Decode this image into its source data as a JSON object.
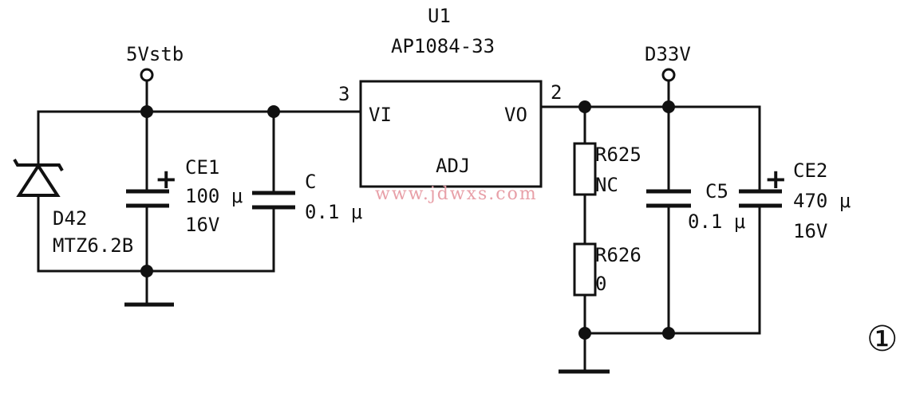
{
  "regulator": {
    "ref": "U1",
    "part": "AP1084-33",
    "pin_in": "VI",
    "pin_out": "VO",
    "pin_adj": "ADJ",
    "pin_in_num": "3",
    "pin_out_num": "2"
  },
  "input_rail": "5Vstb",
  "output_rail": "D33V",
  "components": {
    "d42": {
      "ref": "D42",
      "value": "MTZ6.2B"
    },
    "ce1": {
      "ref": "CE1",
      "value": "100 μ",
      "voltage": "16V"
    },
    "c_in": {
      "ref": "C",
      "value": "0.1 μ"
    },
    "r625": {
      "ref": "R625",
      "value": "NC"
    },
    "r626": {
      "ref": "R626",
      "value": "0"
    },
    "c5": {
      "ref": "C5",
      "value": "0.1 μ"
    },
    "ce2": {
      "ref": "CE2",
      "value": "470 μ",
      "voltage": "16V"
    }
  },
  "polarity_mark": "+",
  "watermark": "www.jdwxs.com",
  "figure_number": "①"
}
